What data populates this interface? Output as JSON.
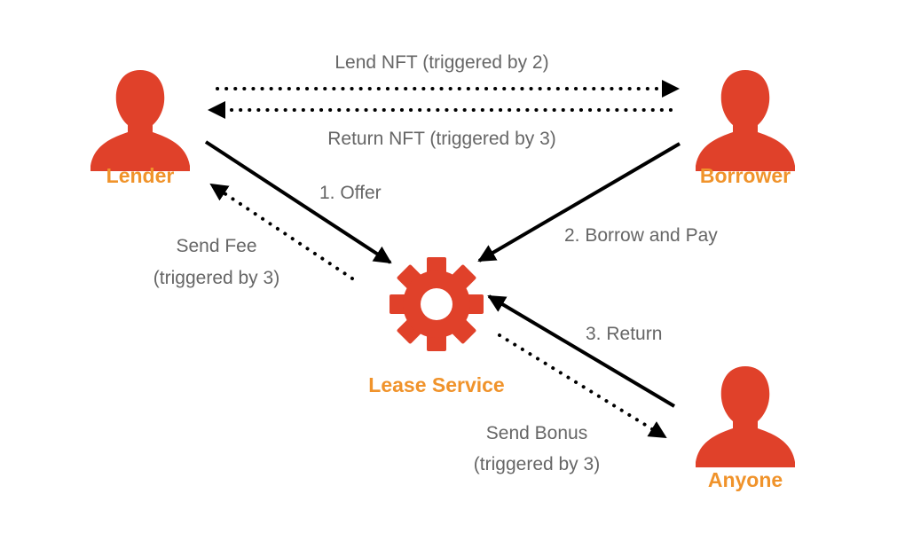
{
  "colors": {
    "accent": "#E0412A",
    "label_orange": "#F0932B",
    "text_gray": "#666666",
    "arrow": "#000000"
  },
  "nodes": {
    "lender": {
      "label": "Lender",
      "icon": "person-icon"
    },
    "borrower": {
      "label": "Borrower",
      "icon": "person-icon"
    },
    "service": {
      "label": "Lease Service",
      "icon": "gear-icon"
    },
    "anyone": {
      "label": "Anyone",
      "icon": "person-icon"
    }
  },
  "edges": {
    "lend_nft": {
      "label": "Lend NFT (triggered by 2)",
      "style": "dotted"
    },
    "return_nft": {
      "label": "Return NFT (triggered by 3)",
      "style": "dotted"
    },
    "offer": {
      "label": "1. Offer",
      "style": "solid"
    },
    "borrow_pay": {
      "label": "2. Borrow and Pay",
      "style": "solid"
    },
    "send_fee": {
      "line1": "Send Fee",
      "line2": "(triggered by 3)",
      "style": "dotted"
    },
    "return": {
      "label": "3. Return",
      "style": "solid"
    },
    "send_bonus": {
      "line1": "Send Bonus",
      "line2": "(triggered by 3)",
      "style": "dotted"
    }
  }
}
